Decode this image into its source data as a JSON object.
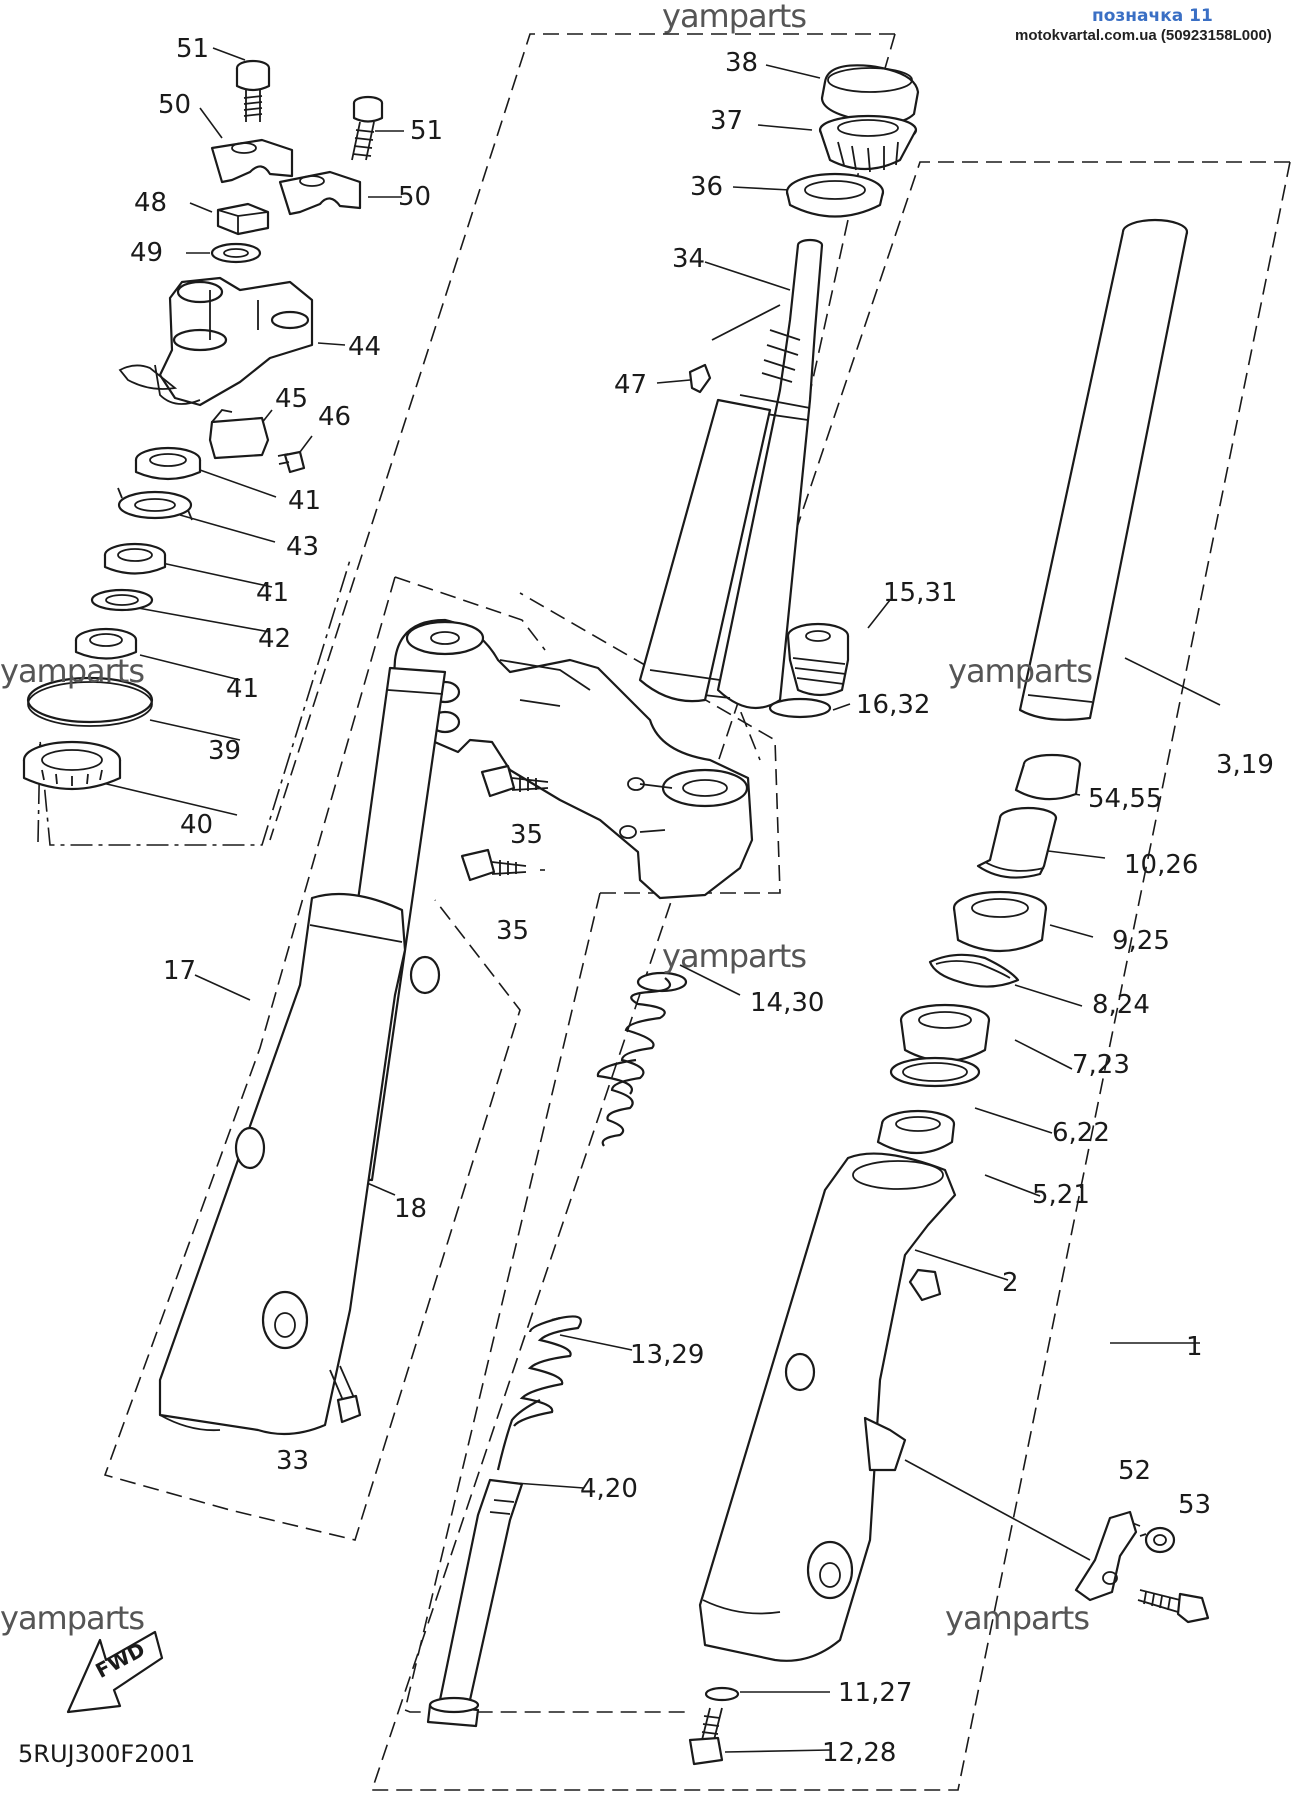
{
  "header": {
    "title": "позначка 11",
    "source": "motokvartal.com.ua (50923158L000)",
    "title_color": "#3a6fc4",
    "source_color": "#222222"
  },
  "watermark": "yamparts",
  "diagram_code": "5RUJ300F2001",
  "fwd_label": "FWD",
  "labels": {
    "p51a": "51",
    "p50a": "50",
    "p51b": "51",
    "p50b": "50",
    "p48": "48",
    "p49": "49",
    "p44": "44",
    "p45": "45",
    "p46": "46",
    "p41a": "41",
    "p43": "43",
    "p41b": "41",
    "p42": "42",
    "p41c": "41",
    "p39": "39",
    "p40": "40",
    "p38": "38",
    "p37": "37",
    "p36": "36",
    "p34": "34",
    "p47": "47",
    "p15_31": "15,31",
    "p16_32": "16,32",
    "p35a": "35",
    "p35b": "35",
    "p17": "17",
    "p18": "18",
    "p33": "33",
    "p14_30": "14,30",
    "p13_29": "13,29",
    "p4_20": "4,20",
    "p3_19": "3,19",
    "p54_55": "54,55",
    "p10_26": "10,26",
    "p9_25": "9,25",
    "p8_24": "8,24",
    "p7_23": "7,23",
    "p6_22": "6,22",
    "p5_21": "5,21",
    "p2": "2",
    "p1": "1",
    "p52": "52",
    "p53": "53",
    "p11_27": "11,27",
    "p12_28": "12,28"
  }
}
